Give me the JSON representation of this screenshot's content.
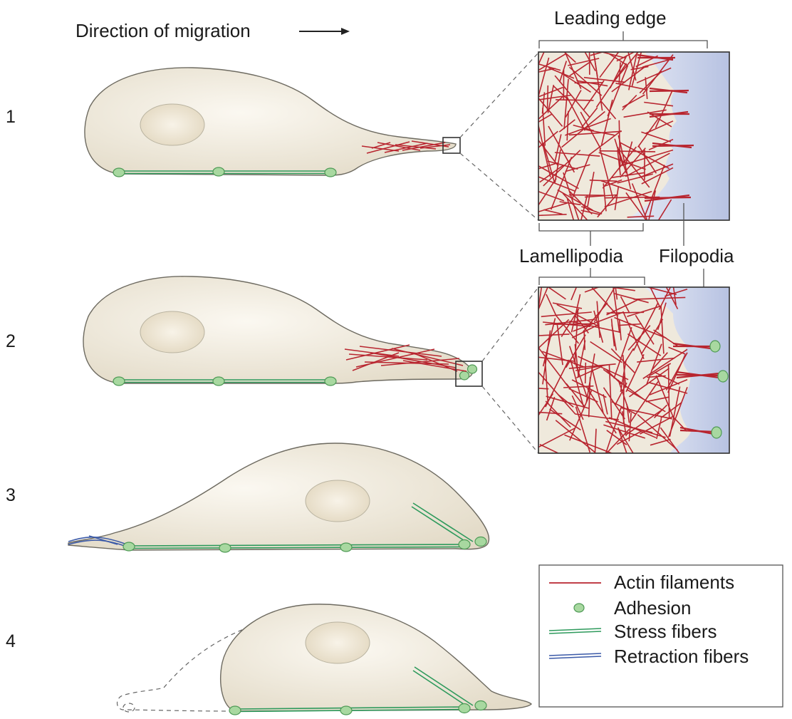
{
  "header": {
    "direction_label": "Direction of migration",
    "leading_edge_label": "Leading edge",
    "lamellipodia_label": "Lamellipodia",
    "filopodia_label": "Filopodia"
  },
  "steps": [
    "1",
    "2",
    "3",
    "4"
  ],
  "legend": {
    "items": [
      {
        "label": "Actin filaments",
        "symbol": "single-line",
        "color": "#b8252f"
      },
      {
        "label": "Adhesion",
        "symbol": "green-dot",
        "color": "#8fcf8a"
      },
      {
        "label": "Stress fibers",
        "symbol": "double-line",
        "color": "#2e9a5c"
      },
      {
        "label": "Retraction fibers",
        "symbol": "double-line",
        "color": "#3b5aa8"
      }
    ]
  },
  "colors": {
    "cell_fill": "#ece6d8",
    "cell_stroke": "#6d6a60",
    "nucleus": "#e6dcc6",
    "actin": "#b8252f",
    "stress_fiber": "#2e9a5c",
    "retraction_fiber": "#3b5aa8",
    "adhesion": "#a8d8a0",
    "substrate": "#c9d2ea"
  }
}
